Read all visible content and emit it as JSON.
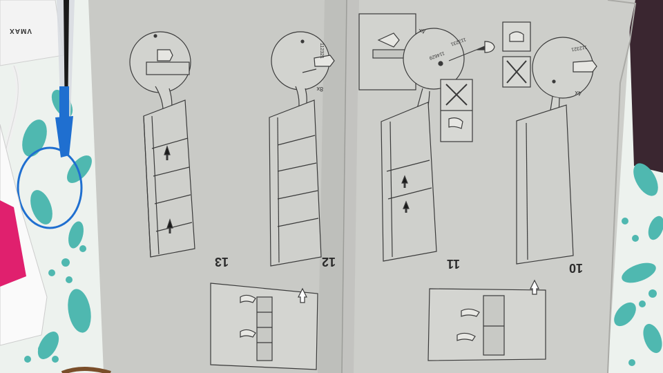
{
  "booklet": {
    "left_page": {
      "step_13": "13",
      "step_12": "12",
      "label_8x": "8x",
      "part_code_12": "112321"
    },
    "right_page": {
      "step_11": "11",
      "step_10": "10",
      "label_4x_11": "4x",
      "label_4x_10": "4x",
      "part_code_11a": "113231",
      "part_code_11b": "114629",
      "part_code_10": "112321"
    }
  },
  "desk": {
    "charger_brand": "VMAX"
  },
  "colors": {
    "paper": "#c9cac6",
    "paper_shadow": "#b7b8b4",
    "ink": "#3a3a3a",
    "tablecloth": "#edf2ee",
    "teal_leaf": "#4fb8b0",
    "pen_blue": "#1f6fd0",
    "magenta": "#e0206e"
  }
}
